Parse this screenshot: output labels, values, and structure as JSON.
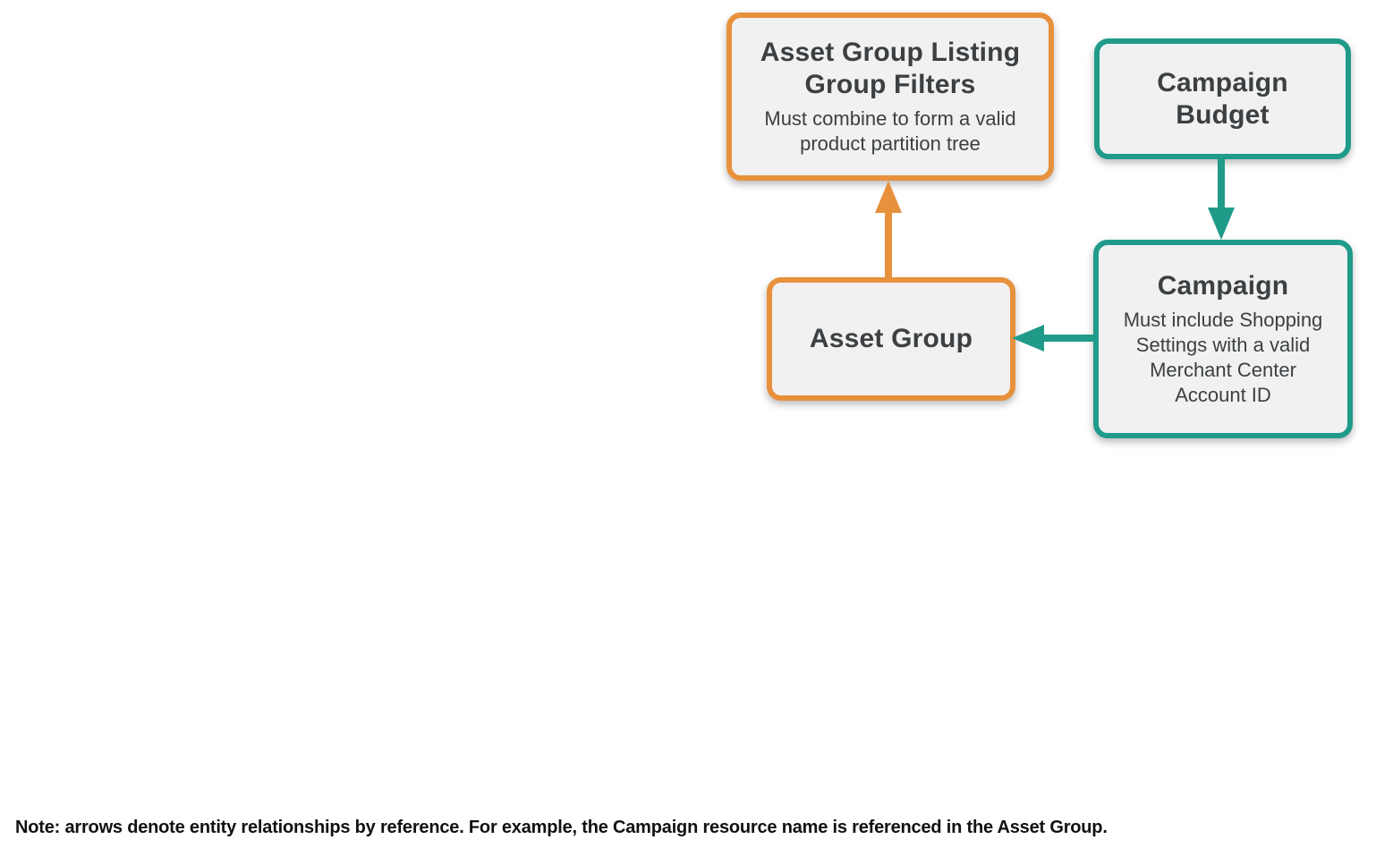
{
  "colors": {
    "orange": "#E8913C",
    "teal": "#209B8A",
    "box_fill": "#F1F1F1",
    "title_text": "#3C4043",
    "subtitle_text": "#3C4043",
    "note_text": "#111111"
  },
  "nodes": {
    "listing_filters": {
      "title": "Asset Group Listing Group Filters",
      "subtitle": "Must combine to form a valid product partition tree",
      "accent": "orange"
    },
    "campaign_budget": {
      "title": "Campaign Budget",
      "accent": "teal"
    },
    "asset_group": {
      "title": "Asset Group",
      "accent": "orange"
    },
    "campaign": {
      "title": "Campaign",
      "subtitle": "Must include Shopping Settings with a valid Merchant Center Account ID",
      "accent": "teal"
    }
  },
  "edges": [
    {
      "from": "asset_group",
      "to": "listing_filters",
      "color": "orange",
      "direction": "up"
    },
    {
      "from": "campaign_budget",
      "to": "campaign",
      "color": "teal",
      "direction": "down"
    },
    {
      "from": "campaign",
      "to": "asset_group",
      "color": "teal",
      "direction": "left"
    }
  ],
  "note": "Note: arrows denote entity relationships by reference. For example, the Campaign resource name is referenced in the Asset Group."
}
